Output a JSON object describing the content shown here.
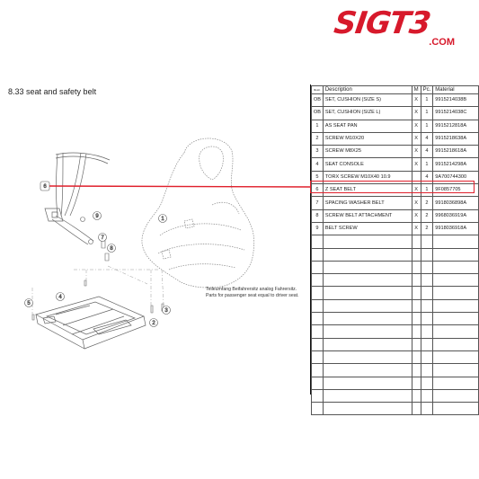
{
  "brand": {
    "name": "SIGT3",
    "tld": ".COM",
    "color": "#d7192b"
  },
  "section_title": "8.33  seat and safety belt",
  "table": {
    "headers": {
      "pos": "Illustr.",
      "description": "Description",
      "m": "M",
      "pc": "Pc.",
      "material": "Material"
    },
    "rows": [
      {
        "pos": "OB",
        "description": "SET, CUSHION (SIZE S)",
        "m": "X",
        "pc": "1",
        "material": "9915214038B"
      },
      {
        "pos": "OB",
        "description": "SET, CUSHION (SIZE L)",
        "m": "X",
        "pc": "1",
        "material": "9915214038C"
      },
      {
        "pos": "1",
        "description": "AS SEAT PAN",
        "m": "X",
        "pc": "1",
        "material": "9915212818A"
      },
      {
        "pos": "2",
        "description": "SCREW M10X20",
        "m": "X",
        "pc": "4",
        "material": "9915218638A"
      },
      {
        "pos": "3",
        "description": "SCREW M8X25",
        "m": "X",
        "pc": "4",
        "material": "9915218618A"
      },
      {
        "pos": "4",
        "description": "SEAT CONSOLE",
        "m": "X",
        "pc": "1",
        "material": "9915214298A"
      },
      {
        "pos": "5",
        "description": "TORX SCREW M10X40 10.9",
        "m": "",
        "pc": "4",
        "material": "9A700744300"
      },
      {
        "pos": "6",
        "description": "Z SEAT BELT",
        "m": "X",
        "pc": "1",
        "material": "9F0857705"
      },
      {
        "pos": "7",
        "description": "SPACING WASHER BELT",
        "m": "X",
        "pc": "2",
        "material": "9918036898A"
      },
      {
        "pos": "8",
        "description": "SCREW BELT ATTACHMENT",
        "m": "X",
        "pc": "2",
        "material": "9968036919A"
      },
      {
        "pos": "9",
        "description": "BELT SCREW",
        "m": "X",
        "pc": "2",
        "material": "9918036918A"
      }
    ],
    "highlighted_pos": "6",
    "highlight_color": "#e0202c"
  },
  "callouts": [
    "1",
    "2",
    "3",
    "4",
    "5",
    "6",
    "7",
    "8",
    "9"
  ],
  "note": {
    "line1": "Teileumfang Beifahrersitz analog Fahrersitz.",
    "line2": "Parts for passenger seat equal to driver seat."
  }
}
